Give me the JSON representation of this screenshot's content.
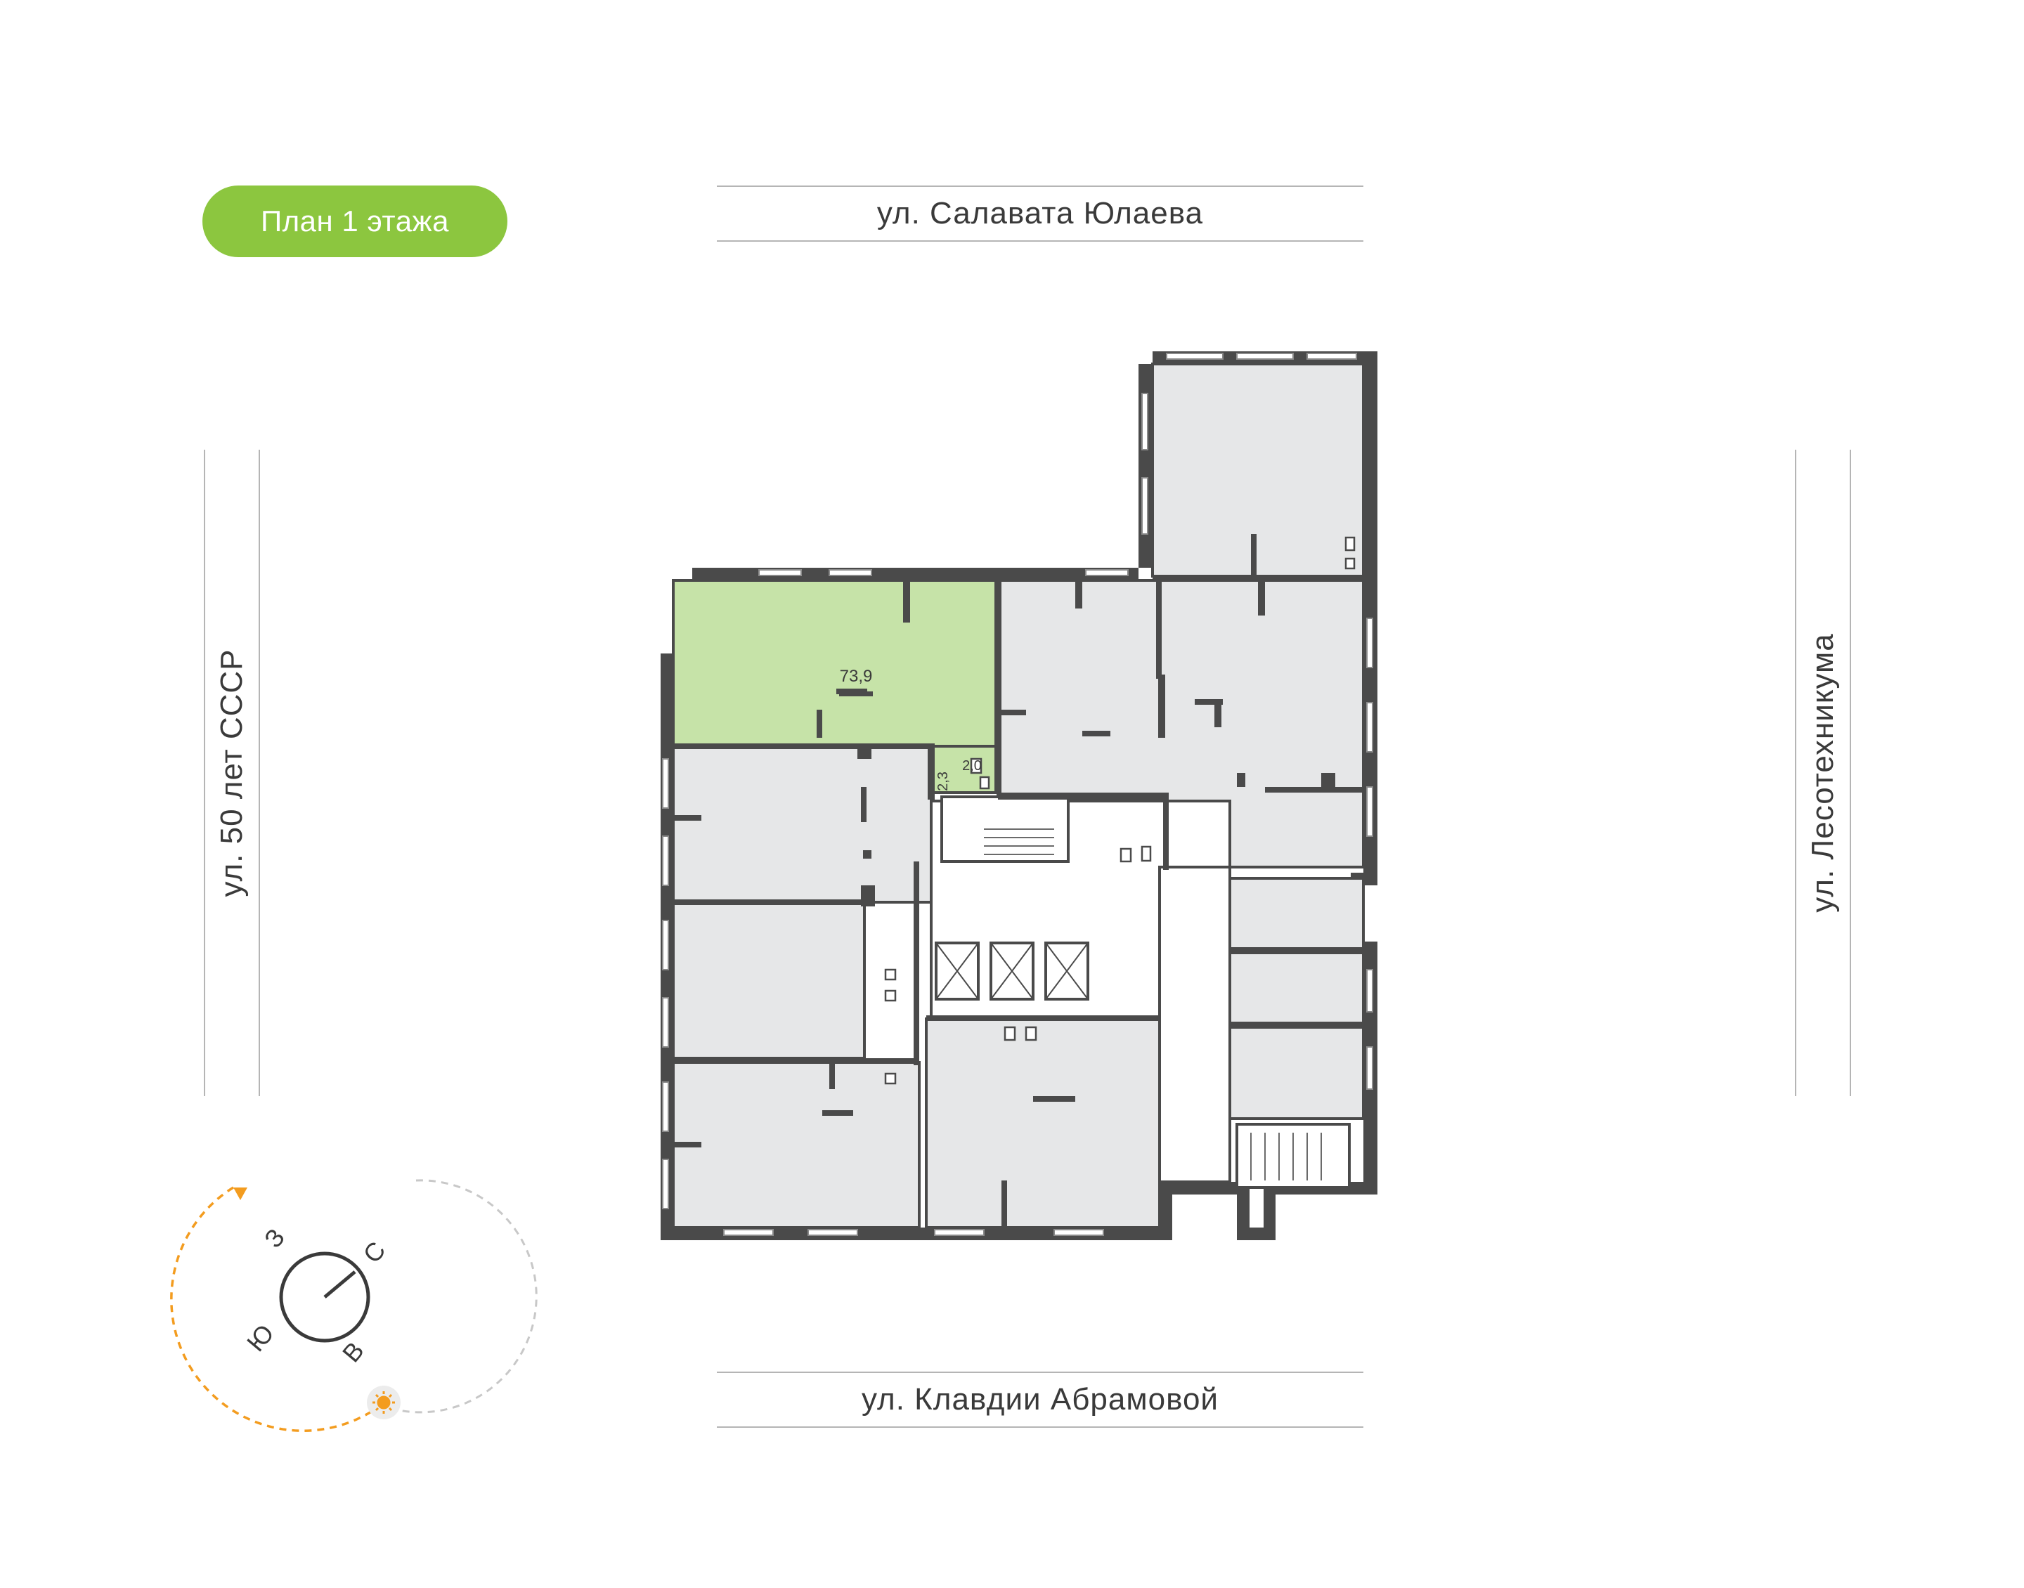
{
  "plan": {
    "title": "План 1 этажа",
    "accent_color": "#8cc63f",
    "selected_fill": "#c6e3a8",
    "room_fill": "#e6e7e8",
    "wall_color": "#4a4a4a"
  },
  "streets": {
    "north": "ул. Салавата Юлаева",
    "south": "ул. Клавдии Абрамовой",
    "west": "ул. 50 лет СССР",
    "east": "ул. Лесотехникума"
  },
  "units": {
    "selected_area": "73,9",
    "bath_area_a": "2,3",
    "bath_area_b": "2,0"
  },
  "compass": {
    "n": "С",
    "s": "Ю",
    "w": "З",
    "e": "В",
    "sun_icon": "sun-icon",
    "arrow_color": "#f39c1f"
  }
}
